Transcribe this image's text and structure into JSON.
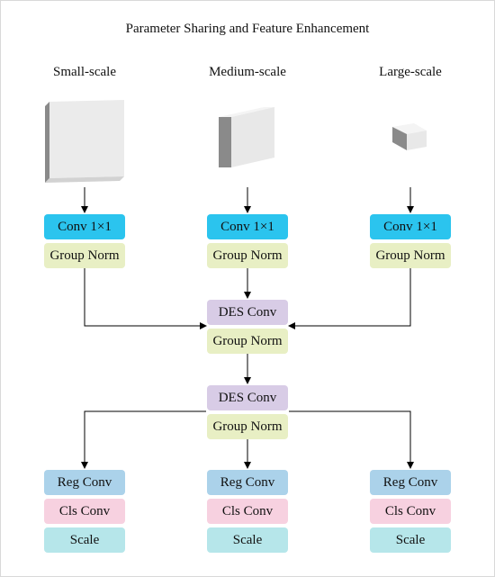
{
  "title": "Parameter Sharing and Feature Enhancement",
  "scales": {
    "small": "Small-scale",
    "medium": "Medium-scale",
    "large": "Large-scale"
  },
  "branch": {
    "conv": "Conv 1×1",
    "norm": "Group Norm"
  },
  "shared": {
    "des_conv_1": "DES Conv",
    "norm_1": "Group Norm",
    "des_conv_2": "DES Conv",
    "norm_2": "Group Norm"
  },
  "heads": {
    "reg": "Reg Conv",
    "cls": "Cls Conv",
    "scale": "Scale"
  },
  "colors": {
    "conv": "#2bc4ee",
    "group_norm": "#e8efc4",
    "des_conv": "#d8cce6",
    "reg_conv": "#abd2ea",
    "cls_conv": "#f7d1e0",
    "scale": "#b6e6ea"
  }
}
